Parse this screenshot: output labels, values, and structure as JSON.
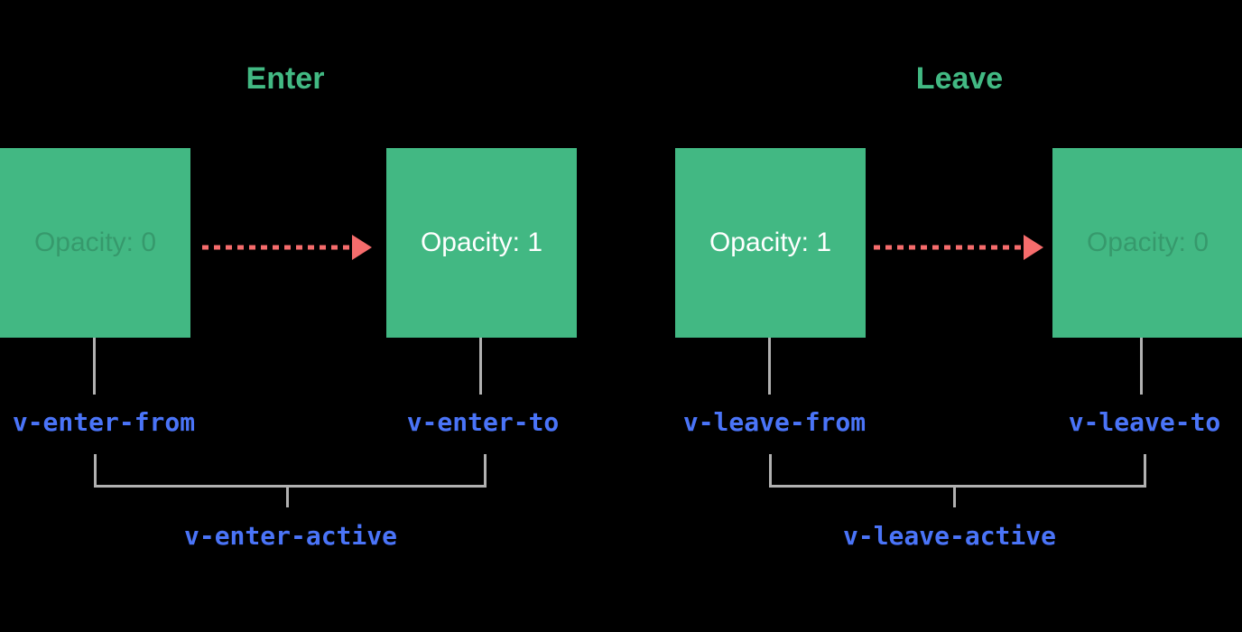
{
  "colors": {
    "background": "#000000",
    "box_green": "#42b883",
    "title_green": "#42b983",
    "arrow_red": "#f66c6c",
    "label_blue": "#4a74f8",
    "connector_gray": "#b1b1b1",
    "box_text_white": "#ffffff"
  },
  "enter": {
    "title": "Enter",
    "from_box": {
      "text": "Opacity: 0"
    },
    "to_box": {
      "text": "Opacity: 1"
    },
    "labels": {
      "from": "v-enter-from",
      "to": "v-enter-to",
      "active": "v-enter-active"
    }
  },
  "leave": {
    "title": "Leave",
    "from_box": {
      "text": "Opacity: 1"
    },
    "to_box": {
      "text": "Opacity: 0"
    },
    "labels": {
      "from": "v-leave-from",
      "to": "v-leave-to",
      "active": "v-leave-active"
    }
  }
}
